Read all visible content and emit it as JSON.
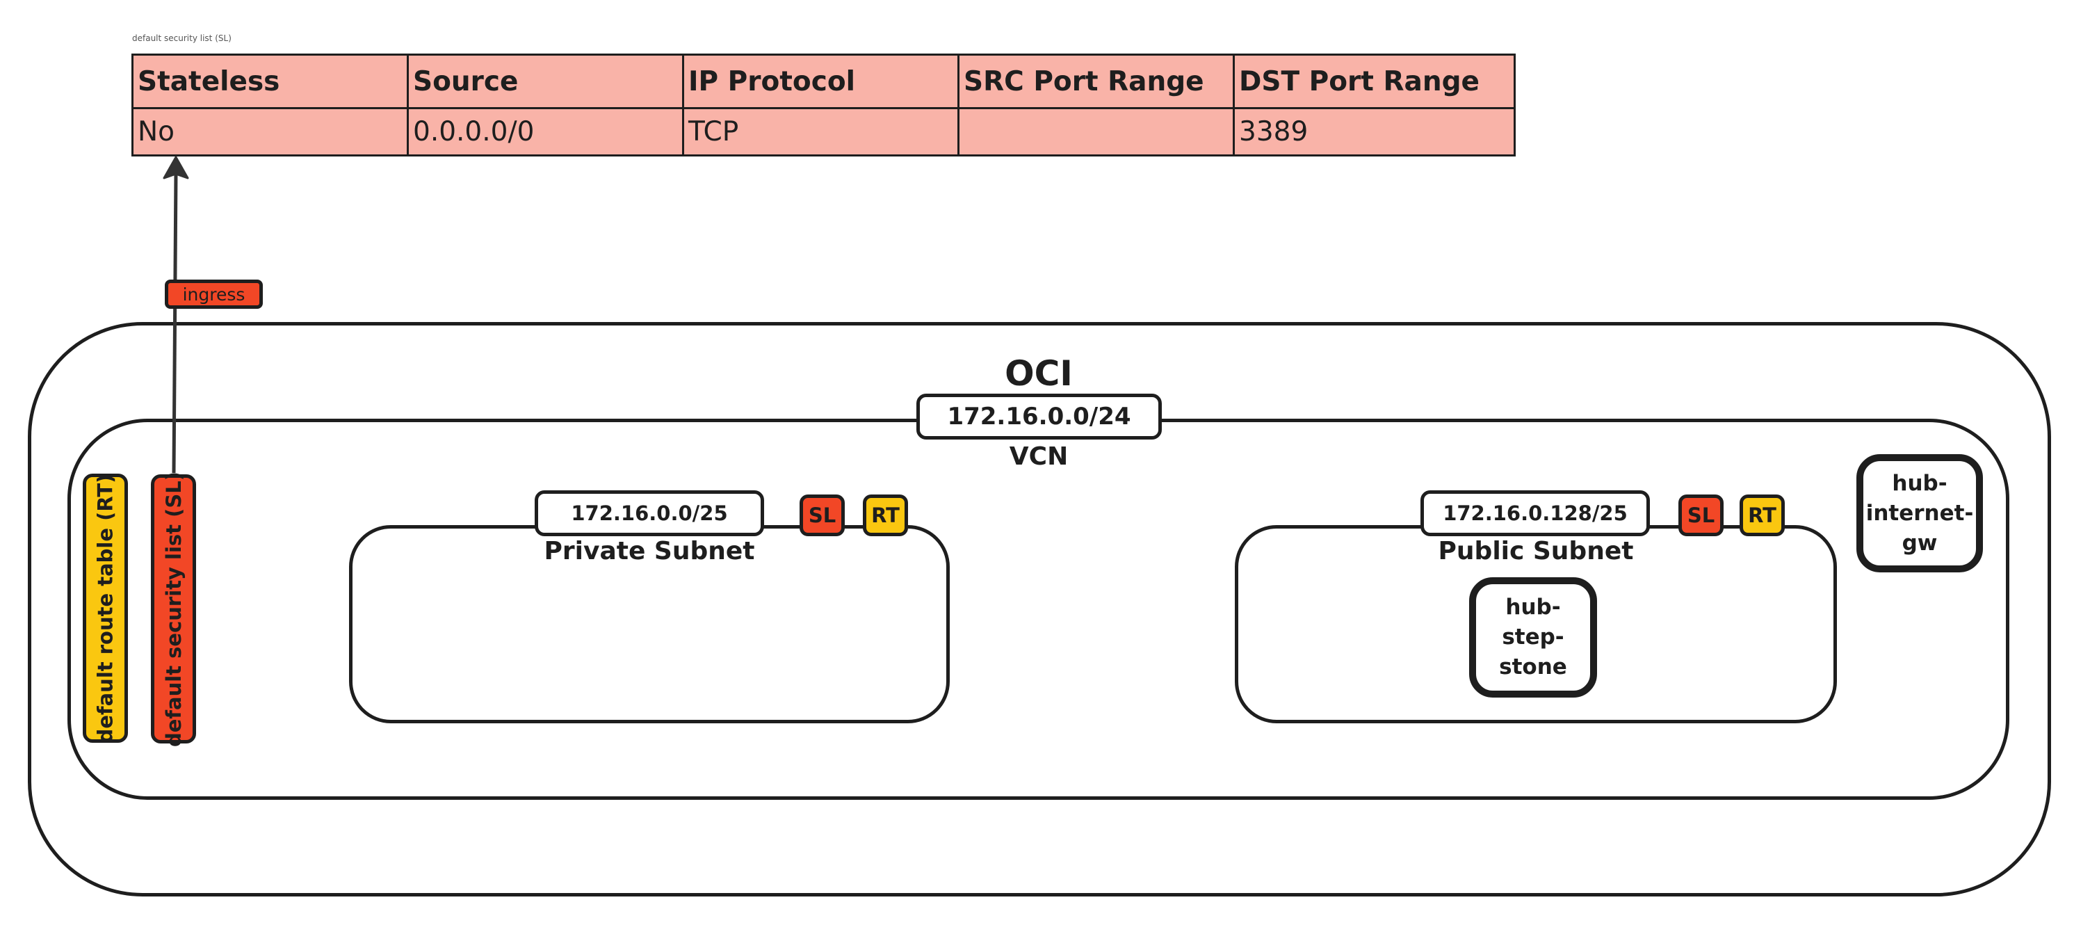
{
  "security_list_table": {
    "caption": "default security list (SL)",
    "columns": [
      "Stateless",
      "Source",
      "IP Protocol",
      "SRC Port Range",
      "DST Port Range"
    ],
    "rows": [
      [
        "No",
        "0.0.0.0/0",
        "TCP",
        "",
        "3389"
      ]
    ]
  },
  "ingress_connector": {
    "label": "ingress"
  },
  "oci": {
    "title": "OCI"
  },
  "vcn": {
    "label": "VCN",
    "cidr": "172.16.0.0/24",
    "default_route_table": "default route table (RT)",
    "default_security_list": "default security list (SL)"
  },
  "subnets": [
    {
      "name": "Private Subnet",
      "cidr": "172.16.0.0/25",
      "sl_tag": "SL",
      "rt_tag": "RT",
      "nodes": []
    },
    {
      "name": "Public Subnet",
      "cidr": "172.16.0.128/25",
      "sl_tag": "SL",
      "rt_tag": "RT",
      "nodes": [
        "hub-step-stone"
      ]
    }
  ],
  "gateways": [
    "hub-internet-gw"
  ],
  "colors": {
    "table_fill": "#f9b3a8",
    "security_list": "#f24726",
    "route_table": "#fac710",
    "stroke": "#1e1e1e"
  }
}
